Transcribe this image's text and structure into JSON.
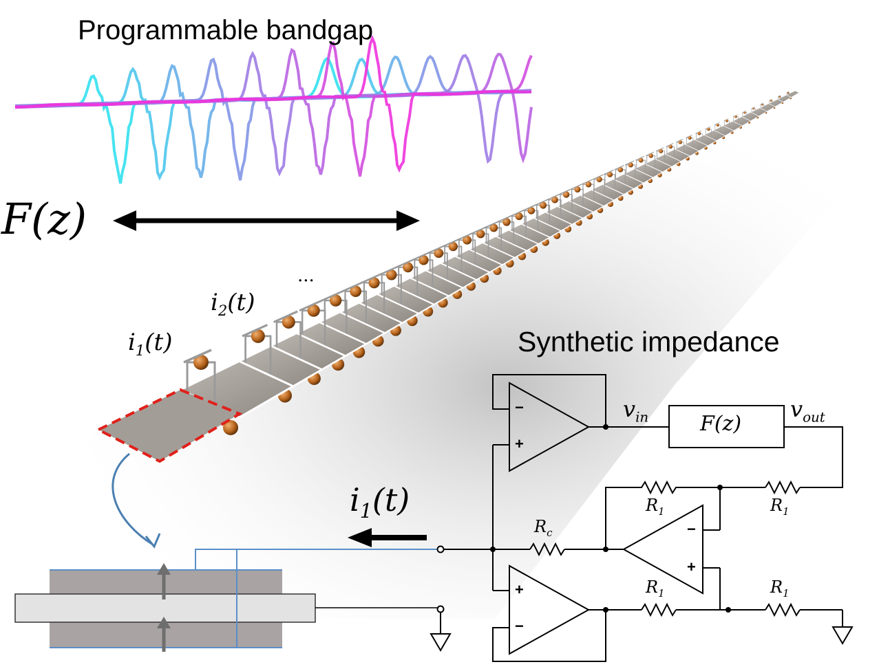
{
  "titles": {
    "bandgap": "Programmable bandgap",
    "impedance": "Synthetic impedance"
  },
  "math": {
    "Fz_big": "F(z)",
    "i1_small": {
      "base": "i",
      "sub": "1",
      "arg": "(t)"
    },
    "i2_small": {
      "base": "i",
      "sub": "2",
      "arg": "(t)"
    },
    "ellipsis": "...",
    "i1_big": {
      "base": "i",
      "sub": "1",
      "arg": "(t)"
    }
  },
  "circuit": {
    "v_in": {
      "base": "v",
      "sub": "in"
    },
    "v_out": {
      "base": "v",
      "sub": "out"
    },
    "filter_box": "F(z)",
    "Rc": {
      "base": "R",
      "sub": "c"
    },
    "R1": {
      "base": "R",
      "sub": "1"
    },
    "opamp_minus": "−",
    "opamp_plus": "+"
  },
  "colors": {
    "spectrum_start": "#33e0ee",
    "spectrum_end": "#ee33dd",
    "dashed_outline": "#e0201a",
    "blue_wire": "#5a8ec8",
    "plate": "#a9a39e",
    "bead": "#b8661e"
  }
}
